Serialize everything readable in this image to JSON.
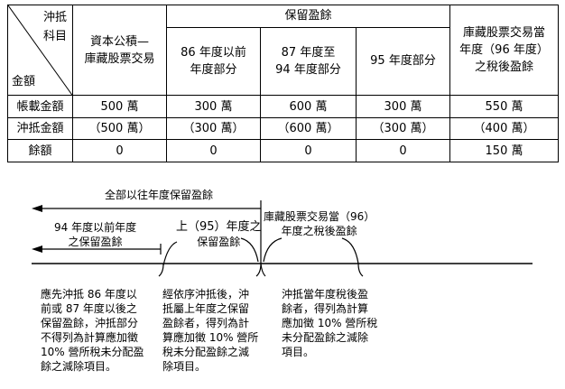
{
  "table": {
    "corner": {
      "top": "沖抵",
      "middle": "科目",
      "bottom": "金額"
    },
    "headers": {
      "col1": "資本公積—庫藏股票交易",
      "col1_line1": "資本公積—",
      "col1_line2": "庫藏股票交易",
      "group": "保留盈餘",
      "sub1_line1": "86 年度以前",
      "sub1_line2": "年度部分",
      "sub2_line1": "87 年度至",
      "sub2_line2": "94 年度部分",
      "sub3": "95 年度部分",
      "col5_line1": "庫藏股票交易當",
      "col5_line2": "年度（96 年度）",
      "col5_line3": "之稅後盈餘"
    },
    "rows": [
      {
        "label": "帳載金額",
        "values": [
          "500 萬",
          "300 萬",
          "600 萬",
          "300 萬",
          "550 萬"
        ]
      },
      {
        "label": "沖抵金額",
        "values": [
          "（500 萬）",
          "（300 萬）",
          "（600 萬）",
          "（300 萬）",
          "（400 萬）"
        ]
      },
      {
        "label": "餘額",
        "values": [
          "0",
          "0",
          "0",
          "0",
          "150 萬"
        ]
      }
    ]
  },
  "diagram": {
    "all_prior": "全部以往年度保留盈餘",
    "pre94_line1": "94 年度以前年度",
    "pre94_line2": "之保留盈餘",
    "prev95_line1": "上（95）年度之",
    "prev95_line2": "保留盈餘",
    "current_line1": "庫藏股票交易當（96）",
    "current_line2": "年度之稅後盈餘"
  },
  "notes": {
    "left": [
      "應先沖抵 86 年度以",
      "前或 87 年度以後之",
      "保留盈餘，沖抵部分",
      "不得列為計算應加徵",
      "10% 營所稅未分配盈",
      "餘之減除項目。"
    ],
    "middle": [
      "經依序沖抵後，沖",
      "抵屬上年度之保留",
      "盈餘者，得列為計",
      "算應加徵 10% 營所",
      "稅未分配盈餘之減",
      "除項目。"
    ],
    "right": [
      "沖抵當年度稅後盈",
      "餘者，得列為計算",
      "應加徵 10% 營所稅",
      "未分配盈餘之減除",
      "項目。"
    ]
  }
}
